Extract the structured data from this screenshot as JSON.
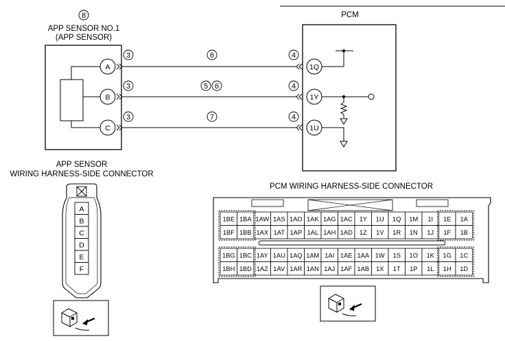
{
  "top_rule": "",
  "app_sensor": {
    "ref_circle": "8",
    "title_line1": "APP SENSOR NO.1",
    "title_line2": "(APP SENSOR)",
    "terminals": [
      "A",
      "B",
      "C"
    ]
  },
  "pcm": {
    "title": "PCM",
    "terminals": [
      "1Q",
      "1Y",
      "1U"
    ]
  },
  "connector_refs": {
    "sensor_side": [
      "3",
      "3",
      "3"
    ],
    "pcm_side": [
      "4",
      "4",
      "4"
    ]
  },
  "wire_refs": [
    "6",
    "5",
    "6",
    "7"
  ],
  "app_connector": {
    "title_line1": "APP SENSOR",
    "title_line2": "WIRING HARNESS-SIDE CONNECTOR",
    "pins": [
      "A",
      "B",
      "C",
      "D",
      "E",
      "F"
    ]
  },
  "pcm_connector": {
    "title": "PCM WIRING HARNESS-SIDE CONNECTOR",
    "upper_rows": [
      [
        "1BE",
        "1BA",
        "1AW",
        "1AS",
        "1AO",
        "1AK",
        "1AG",
        "1AC",
        "1Y",
        "1U",
        "1Q",
        "1M",
        "1I",
        "1E",
        "1A"
      ],
      [
        "1BF",
        "1BB",
        "1AX",
        "1AT",
        "1AP",
        "1AL",
        "1AH",
        "1AD",
        "1Z",
        "1V",
        "1R",
        "1N",
        "1J",
        "1F",
        "1B"
      ]
    ],
    "lower_rows": [
      [
        "1BG",
        "1BC",
        "1AY",
        "1AU",
        "1AQ",
        "1AM",
        "1AI",
        "1AE",
        "1AA",
        "1W",
        "1S",
        "1O",
        "1K",
        "1G",
        "1C"
      ],
      [
        "1BH",
        "1BD",
        "1AZ",
        "1AV",
        "1AR",
        "1AN",
        "1AJ",
        "1AF",
        "1AB",
        "1X",
        "1T",
        "1P",
        "1L",
        "1H",
        "1D"
      ]
    ]
  }
}
